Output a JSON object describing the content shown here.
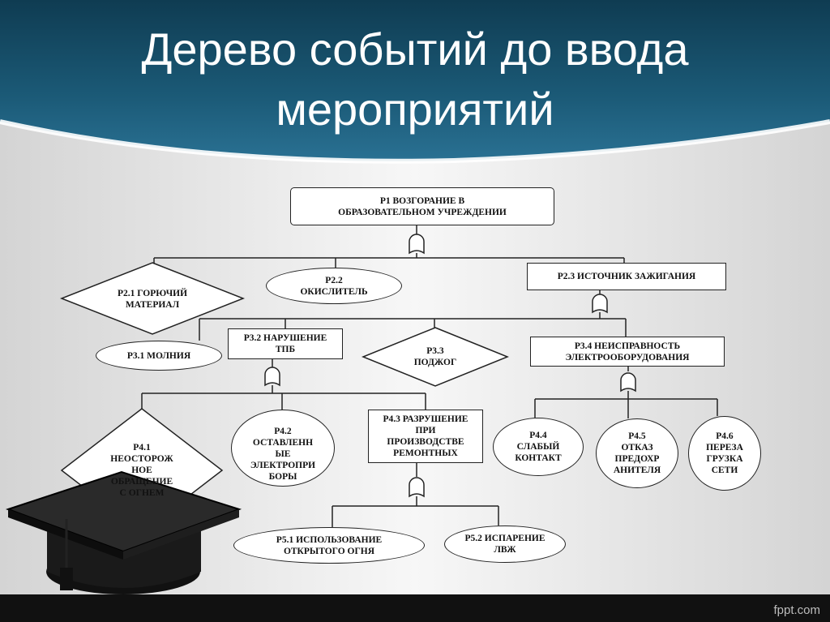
{
  "slide": {
    "title_line1": "Дерево событий до ввода",
    "title_line2": "мероприятий",
    "footer_logo": "fppt.com",
    "colors": {
      "banner": "#1b5a77",
      "banner_dark": "#0f3c52",
      "background": "#e8e8e8",
      "footer": "#111111"
    }
  },
  "diagram": {
    "p1": [
      "P1   ВОЗГОРАНИЕ В",
      "ОБРАЗОВАТЕЛЬНОМ УЧРЕЖДЕНИИ"
    ],
    "p2_1": [
      "P2.1  ГОРЮЧИЙ",
      "МАТЕРИАЛ"
    ],
    "p2_2": [
      "P2.2",
      "ОКИСЛИТЕЛЬ"
    ],
    "p2_3": [
      "P2.3   ИСТОЧНИК ЗАЖИГАНИЯ"
    ],
    "p3_1": [
      "P3.1 МОЛНИЯ"
    ],
    "p3_2": [
      "P3.2 НАРУШЕНИЕ",
      "ТПБ"
    ],
    "p3_3": [
      "P3.3",
      "ПОДЖОГ"
    ],
    "p3_4": [
      "P3.4 НЕИСПРАВНОСТЬ",
      "ЭЛЕКТРООБОРУДОВАНИЯ"
    ],
    "p4_1": [
      "P4.1",
      "НЕОСТОРОЖ",
      "НОЕ",
      "ОБРАЩЕНИЕ",
      "С ОГНЕМ"
    ],
    "p4_2": [
      "P4.2",
      "ОСТАВЛЕНН",
      "ЫЕ",
      "ЭЛЕКТРОПРИ",
      "БОРЫ"
    ],
    "p4_3": [
      "P4.3  РАЗРУШЕНИЕ",
      "ПРИ",
      "ПРОИЗВОДСТВЕ",
      "РЕМОНТНЫХ"
    ],
    "p4_4": [
      "P4.4",
      "СЛАБЫЙ",
      "КОНТАКТ"
    ],
    "p4_5": [
      "P4.5",
      "ОТКАЗ",
      "ПРЕДОХР",
      "АНИТЕЛЯ"
    ],
    "p4_6": [
      "P4.6",
      "ПЕРЕЗА",
      "ГРУЗКА",
      "СЕТИ"
    ],
    "p5_1": [
      "P5.1  ИСПОЛЬЗОВАНИЕ",
      "ОТКРЫТОГО ОГНЯ"
    ],
    "p5_2": [
      "P5.2  ИСПАРЕНИЕ",
      "ЛВЖ"
    ]
  }
}
